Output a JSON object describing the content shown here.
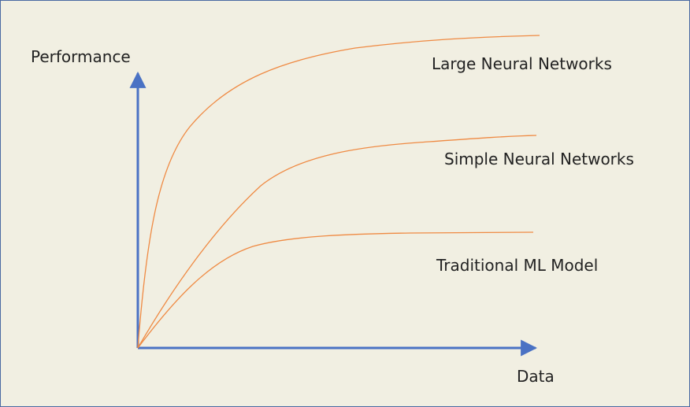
{
  "diagram": {
    "y_axis_label": "Performance",
    "x_axis_label": "Data",
    "curves": [
      {
        "name": "Large Neural Networks"
      },
      {
        "name": "Simple Neural Networks"
      },
      {
        "name": "Traditional ML Model"
      }
    ],
    "colors": {
      "background": "#f1efe2",
      "axis": "#4a72c4",
      "curve": "#ef8a43",
      "border": "#4a6aa2"
    }
  }
}
